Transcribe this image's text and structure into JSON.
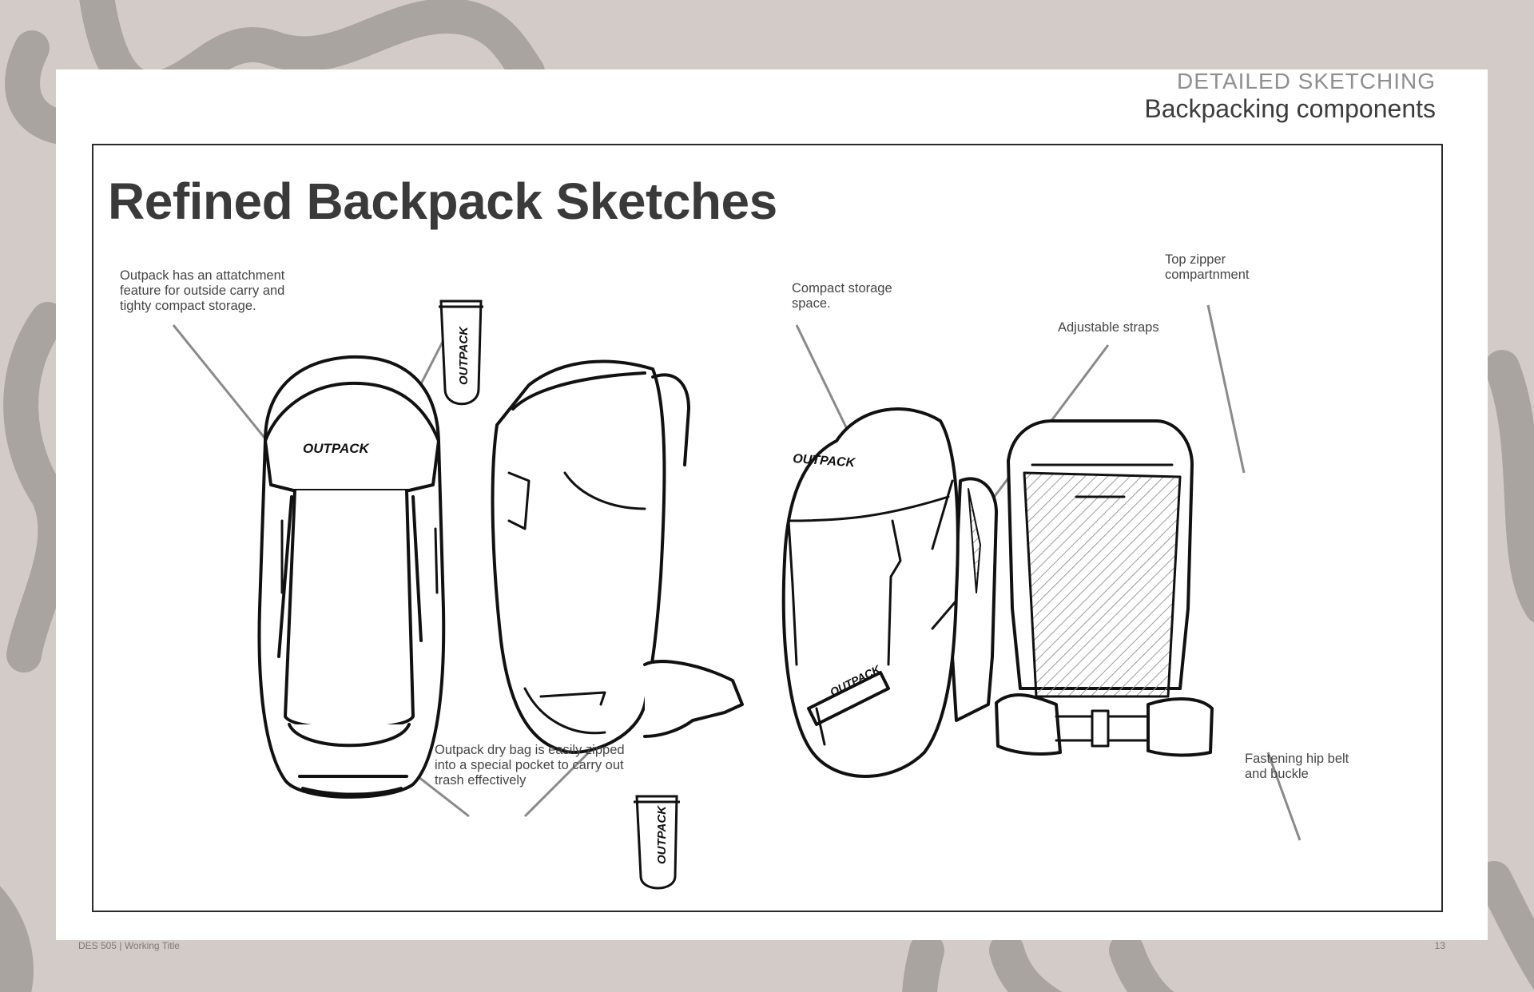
{
  "header": {
    "section": "DETAILED SKETCHING",
    "topic": "Backpacking components"
  },
  "title": "Refined Backpack Sketches",
  "annotations": {
    "attachment": "Outpack has an attatchment\nfeature for outside carry and\ntighty compact storage.",
    "dry_bag": "Outpack dry bag is easily zipped\ninto a special pocket to carry out\ntrash effectively",
    "compact_storage": "Compact storage\nspace.",
    "adjustable_straps": "Adjustable straps",
    "top_zipper": "Top zipper\ncompartnment",
    "hip_belt": "Fastening hip belt\nand buckle"
  },
  "brand": {
    "name": "OUTPACK"
  },
  "footer": {
    "course": "DES 505 | Working Title",
    "page_number": "13"
  },
  "colors": {
    "background": "#d3cbc7",
    "pattern": "#aaa4a0",
    "page": "#ffffff",
    "title": "#3a3a3a",
    "ink": "#111111"
  }
}
